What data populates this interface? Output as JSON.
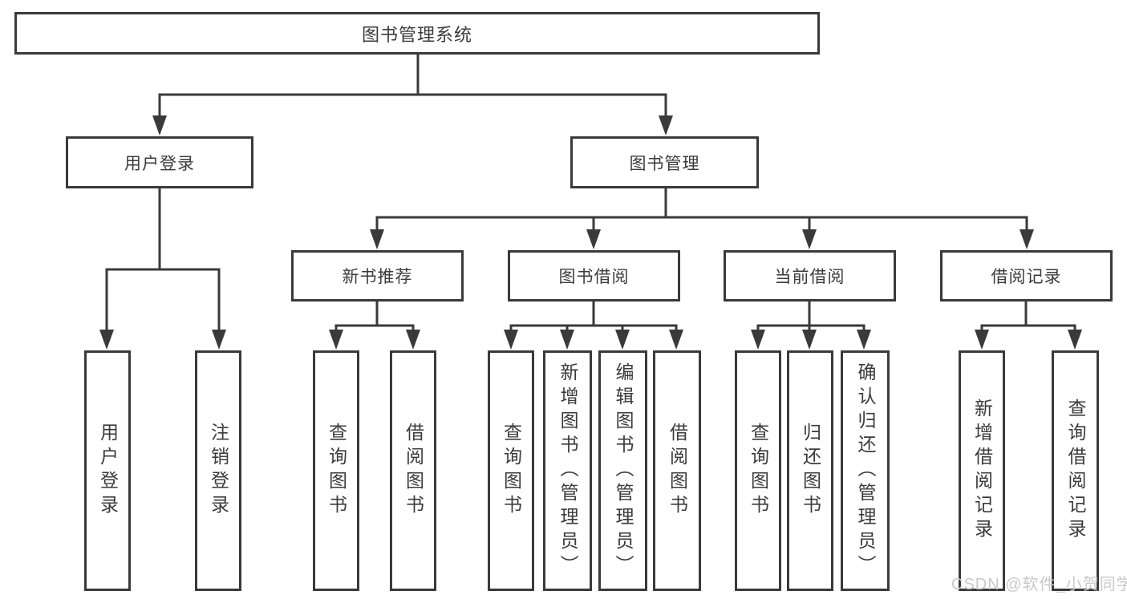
{
  "tree": {
    "root": "图书管理系统",
    "branches": [
      {
        "label": "用户登录",
        "leaves": [
          "用户登录",
          "注销登录"
        ]
      },
      {
        "label": "图书管理",
        "groups": [
          {
            "label": "新书推荐",
            "leaves": [
              "查询图书",
              "借阅图书"
            ]
          },
          {
            "label": "图书借阅",
            "leaves": [
              "查询图书",
              "新增图书（管理员）",
              "编辑图书（管理员）",
              "借阅图书"
            ]
          },
          {
            "label": "当前借阅",
            "leaves": [
              "查询图书",
              "归还图书",
              "确认归还（管理员）"
            ]
          },
          {
            "label": "借阅记录",
            "leaves": [
              "新增借阅记录",
              "查询借阅记录"
            ]
          }
        ]
      }
    ]
  },
  "watermark": "CSDN @软件_小贺同学",
  "colors": {
    "line": "#3a3a3a",
    "text": "#3b3b3b",
    "watermark": "#c9c9c9",
    "background": "#ffffff"
  }
}
